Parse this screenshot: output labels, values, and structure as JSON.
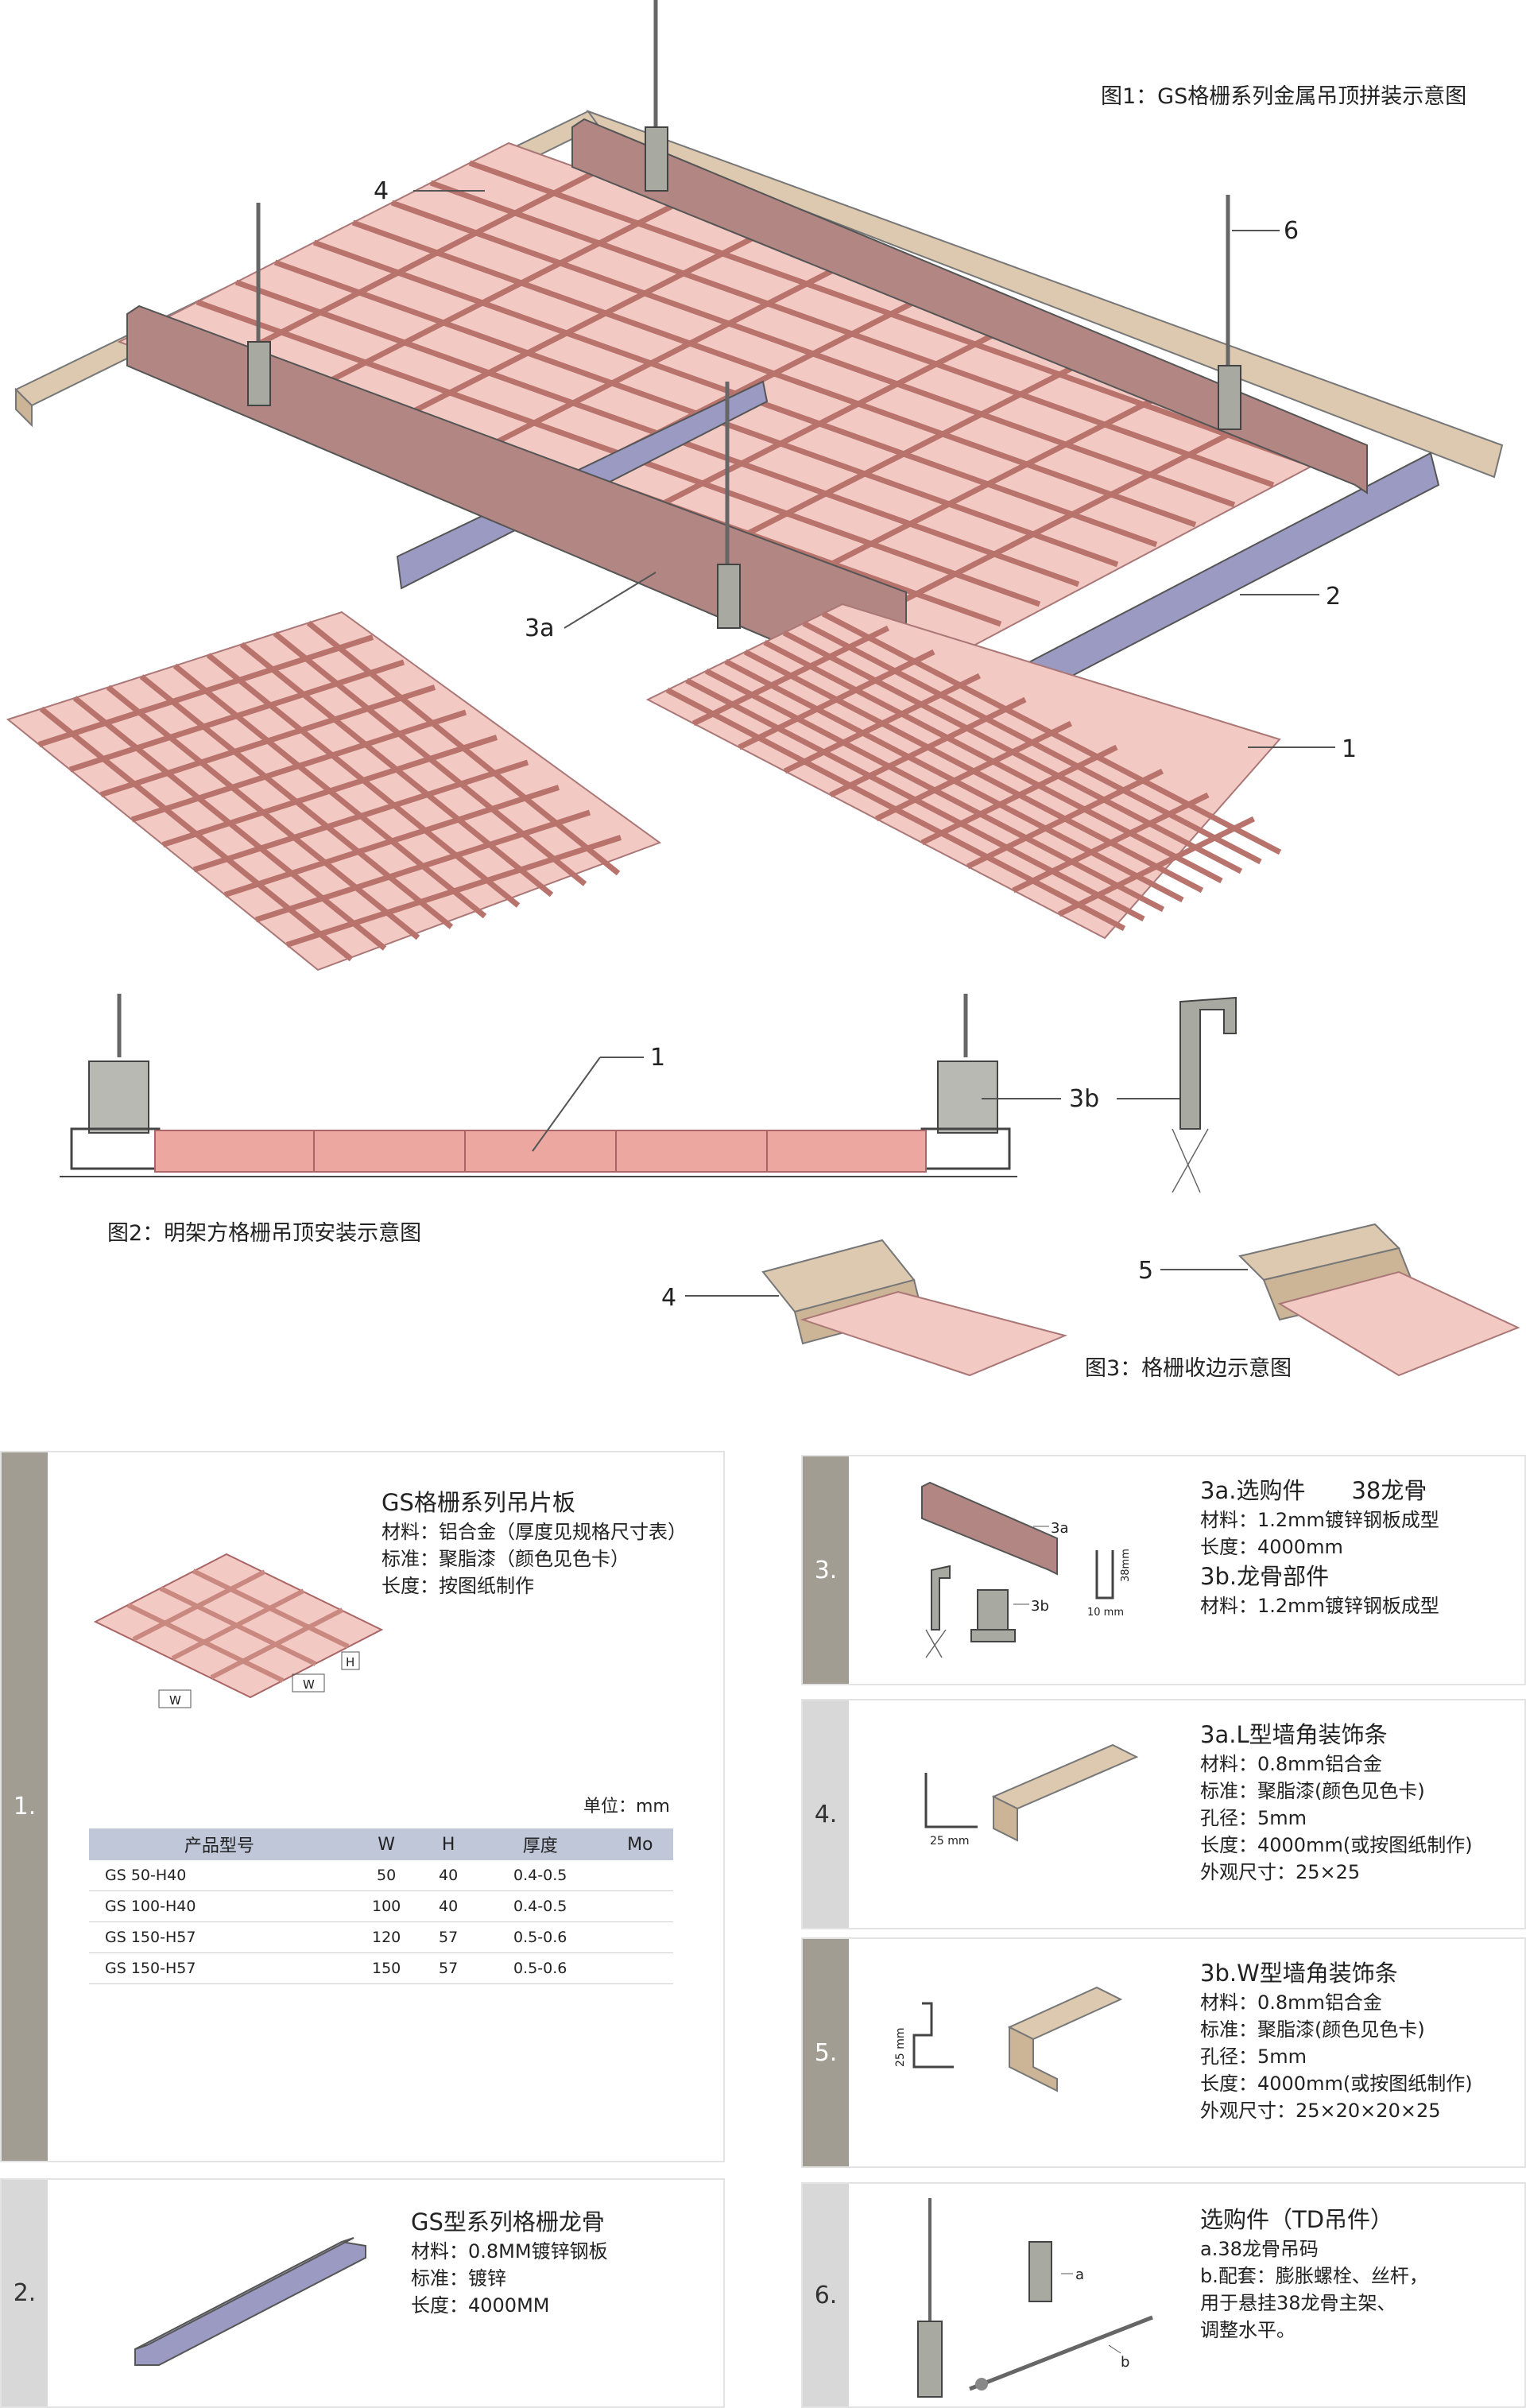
{
  "figures": {
    "fig1_caption": "图1：GS格栅系列金属吊顶拼装示意图",
    "fig2_caption": "图2：明架方格栅吊顶安装示意图",
    "fig3_caption": "图3：格栅收边示意图",
    "labels": {
      "l4": "4",
      "l6": "6",
      "l3a": "3a",
      "l2": "2",
      "l1": "1",
      "f2_1": "1",
      "f2_3b": "3b",
      "f3_4": "4",
      "f3_5": "5"
    }
  },
  "panels": {
    "p1": {
      "num": "1.",
      "title": "GS格栅系列吊片板",
      "lines": [
        "材料：铝合金（厚度见规格尺寸表）",
        "标准：聚脂漆（颜色见色卡）",
        "长度：按图纸制作"
      ],
      "dim_w": "W",
      "dim_h": "H",
      "unit": "单位：mm",
      "table": {
        "headers": [
          "产品型号",
          "W",
          "H",
          "厚度",
          "Mo"
        ],
        "rows": [
          [
            "GS  50-H40",
            "50",
            "40",
            "0.4-0.5",
            ""
          ],
          [
            "GS 100-H40",
            "100",
            "40",
            "0.4-0.5",
            ""
          ],
          [
            "GS 150-H57",
            "120",
            "57",
            "0.5-0.6",
            ""
          ],
          [
            "GS 150-H57",
            "150",
            "57",
            "0.5-0.6",
            ""
          ]
        ]
      }
    },
    "p2": {
      "num": "2.",
      "title": "GS型系列格栅龙骨",
      "lines": [
        "材料：0.8MM镀锌钢板",
        "标准：镀锌",
        "长度：4000MM"
      ]
    },
    "p3": {
      "num": "3.",
      "title1": "3a.选购件　　38龙骨",
      "lines1": [
        "材料：1.2mm镀锌钢板成型",
        "长度：4000mm"
      ],
      "title2": "3b.龙骨部件",
      "lines2": [
        "材料：1.2mm镀锌钢板成型"
      ],
      "lbl_3a": "3a",
      "lbl_3b": "3b",
      "dim_38": "38mm",
      "dim_10": "10 mm"
    },
    "p4": {
      "num": "4.",
      "title": "3a.L型墙角装饰条",
      "lines": [
        "材料：0.8mm铝合金",
        "标准：聚脂漆(颜色见色卡)",
        "孔径：5mm",
        "长度：4000mm(或按图纸制作)",
        "外观尺寸：25×25"
      ],
      "dim": "25 mm"
    },
    "p5": {
      "num": "5.",
      "title": "3b.W型墙角装饰条",
      "lines": [
        "材料：0.8mm铝合金",
        "标准：聚脂漆(颜色见色卡)",
        "孔径：5mm",
        "长度：4000mm(或按图纸制作)",
        "外观尺寸：25×20×20×25"
      ],
      "dim": "25 mm"
    },
    "p6": {
      "num": "6.",
      "title": "选购件（TD吊件）",
      "lines": [
        "a.38龙骨吊码",
        "b.配套：膨胀螺栓、丝杆，",
        "用于悬挂38龙骨主架、",
        "调整水平。"
      ],
      "lbl_a": "a",
      "lbl_b": "b"
    }
  },
  "colors": {
    "grid": "#eba7a0",
    "grid_dark": "#c98880",
    "main": "#b28783",
    "blue": "#9b9ac3",
    "beige": "#dcc9b0",
    "hanger": "#a8a9a0",
    "strip_dark": "#a29d93",
    "strip_light": "#d8d8d8",
    "table_head": "#bfc7d9"
  }
}
